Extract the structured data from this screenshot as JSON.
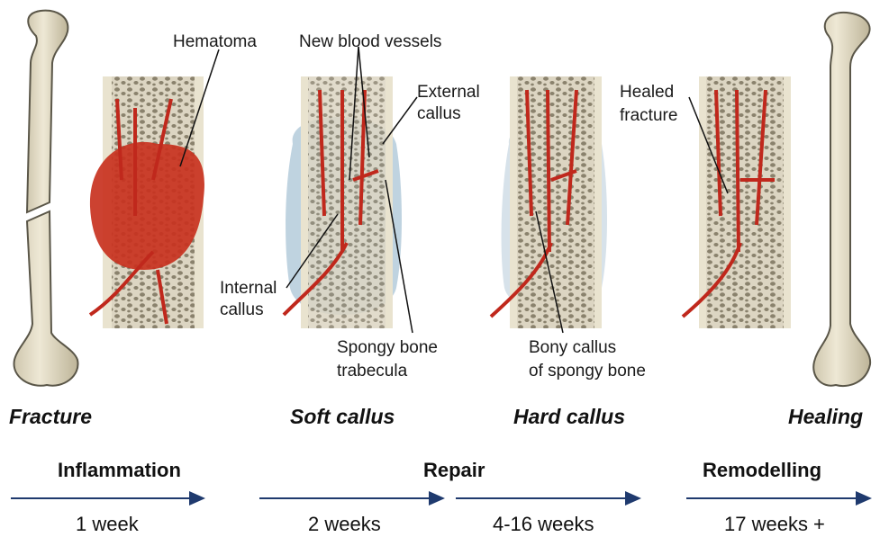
{
  "labels": {
    "hematoma": "Hematoma",
    "new_blood_vessels": "New blood vessels",
    "external_callus_1": "External",
    "external_callus_2": "callus",
    "internal_callus_1": "Internal",
    "internal_callus_2": "callus",
    "spongy_trabecula_1": "Spongy bone",
    "spongy_trabecula_2": "trabecula",
    "bony_callus_1": "Bony callus",
    "bony_callus_2": "of spongy bone",
    "healed_fracture_1": "Healed",
    "healed_fracture_2": "fracture"
  },
  "stages": {
    "fracture": "Fracture",
    "soft_callus": "Soft callus",
    "hard_callus": "Hard callus",
    "healing": "Healing"
  },
  "phases": {
    "inflammation": "Inflammation",
    "repair": "Repair",
    "remodelling": "Remodelling"
  },
  "durations": {
    "d1": "1 week",
    "d2": "2 weeks",
    "d3": "4-16 weeks",
    "d4": "17 weeks +"
  },
  "colors": {
    "bone": "#e8e1cc",
    "bone_outline": "#5a5648",
    "blood": "#c0281c",
    "hematoma": "#c8321f",
    "soft_callus": "#bfd3e0",
    "arrow": "#1f3a6e"
  }
}
